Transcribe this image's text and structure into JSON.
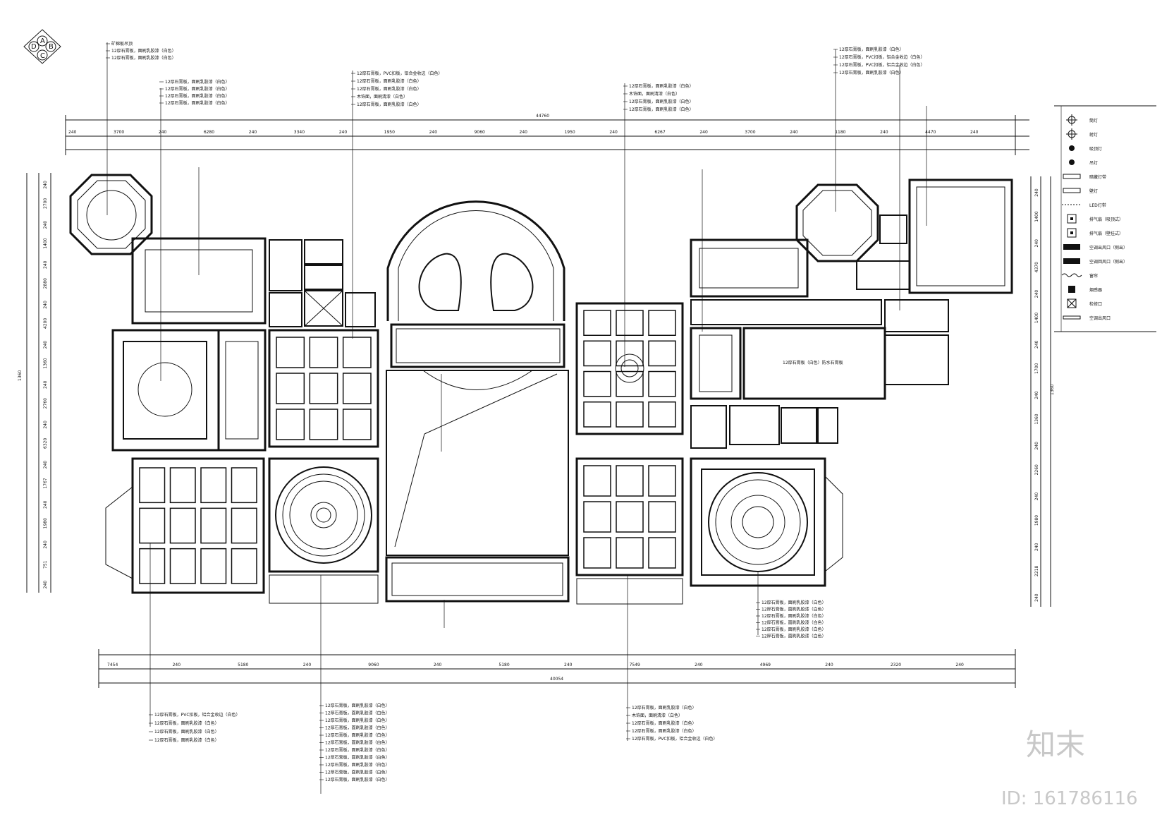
{
  "compass": {
    "north": "A",
    "east": "B",
    "south": "C",
    "west": "D"
  },
  "dims": {
    "top_total": "44760",
    "bottom_total": "40054",
    "top_row": [
      "240",
      "3700",
      "240",
      "6280",
      "240",
      "3340",
      "240",
      "1950",
      "240",
      "9060",
      "240",
      "1950",
      "240",
      "6267",
      "240",
      "3700",
      "240",
      "1180",
      "240",
      "4470",
      "240"
    ],
    "bottom_row": [
      "7454",
      "240",
      "5180",
      "240",
      "9060",
      "240",
      "5180",
      "240",
      "7549",
      "240",
      "4969",
      "240",
      "2320",
      "240"
    ],
    "left_side": [
      "240",
      "2700",
      "240",
      "1400",
      "240",
      "2880",
      "240",
      "4200",
      "240",
      "1360",
      "240",
      "2760",
      "240",
      "6320",
      "240",
      "1767",
      "240",
      "1980",
      "240",
      "751",
      "240"
    ],
    "right_side": [
      "240",
      "1400",
      "240",
      "4370",
      "240",
      "1400",
      "240",
      "1700",
      "240",
      "1360",
      "240",
      "2260",
      "240",
      "1980",
      "240",
      "2218",
      "240"
    ],
    "top_total_left": "1360",
    "right_total": "1360"
  },
  "callouts": {
    "top_left": [
      "矿棉板吊顶",
      "12厚石膏板，面刷乳胶漆（白色）",
      "12厚石膏板，面刷乳胶漆（白色）"
    ],
    "upper_left": [
      "12厚石膏板，面刷乳胶漆（白色）",
      "12厚石膏板，面刷乳胶漆（白色）",
      "12厚石膏板，面刷乳胶漆（白色）",
      "12厚石膏板，面刷乳胶漆（白色）"
    ],
    "top_center_left": [
      "12厚石膏板，PVC扣板，铝合金收边（白色）",
      "12厚石膏板，面刷乳胶漆（白色）",
      "12厚石膏板，面刷乳胶漆（白色）",
      "木饰面，面刷清漆（白色）",
      "12厚石膏板，面刷乳胶漆（白色）"
    ],
    "top_center_right": [
      "12厚石膏板，面刷乳胶漆（白色）",
      "木饰面，面刷清漆（白色）",
      "12厚石膏板，面刷乳胶漆（白色）",
      "12厚石膏板，面刷乳胶漆（白色）"
    ],
    "top_right": [
      "12厚石膏板，面刷乳胶漆（白色）",
      "12厚石膏板，PVC扣板，铝合金收边（白色）",
      "12厚石膏板，PVC扣板，铝合金收边（白色）",
      "12厚石膏板，面刷乳胶漆（白色）"
    ],
    "bottom_left": [
      "12厚石膏板，PVC扣板，铝合金收边（白色）",
      "12厚石膏板，面刷乳胶漆（白色）",
      "12厚石膏板，面刷乳胶漆（白色）",
      "12厚石膏板，面刷乳胶漆（白色）"
    ],
    "bottom_center_left": [
      "12厚石膏板，面刷乳胶漆（白色）",
      "12厚石膏板，面刷乳胶漆（白色）",
      "12厚石膏板，面刷乳胶漆（白色）",
      "12厚石膏板，面刷乳胶漆（白色）",
      "12厚石膏板，面刷乳胶漆（白色）",
      "12厚石膏板，面刷乳胶漆（白色）",
      "12厚石膏板，面刷乳胶漆（白色）",
      "12厚石膏板，面刷乳胶漆（白色）",
      "12厚石膏板，面刷乳胶漆（白色）",
      "12厚石膏板，面刷乳胶漆（白色）",
      "12厚石膏板，面刷乳胶漆（白色）"
    ],
    "bottom_center_right": [
      "12厚石膏板，面刷乳胶漆（白色）",
      "木饰面，面刷清漆（白色）",
      "12厚石膏板，面刷乳胶漆（白色）",
      "12厚石膏板，面刷乳胶漆（白色）",
      "12厚石膏板，PVC扣板，铝合金收边（白色）"
    ],
    "bottom_right": [
      "12厚石膏板，面刷乳胶漆（白色）",
      "12厚石膏板，面刷乳胶漆（白色）",
      "12厚石膏板，面刷乳胶漆（白色）",
      "12厚石膏板，面刷乳胶漆（白色）",
      "12厚石膏板，面刷乳胶漆（白色）",
      "12厚石膏板，面刷乳胶漆（白色）"
    ],
    "center_room": "12厚石膏板（白色）防水石膏板"
  },
  "legend": [
    {
      "icon": "downlight-icon",
      "label": "筒灯"
    },
    {
      "icon": "spotlight-icon",
      "label": "射灯"
    },
    {
      "icon": "ceiling-lamp-icon",
      "label": "吸顶灯"
    },
    {
      "icon": "pendant-lamp-icon",
      "label": "吊灯"
    },
    {
      "icon": "strip-light-icon",
      "label": "暗藏灯带"
    },
    {
      "icon": "wall-lamp-icon",
      "label": "壁灯"
    },
    {
      "icon": "led-strip-icon",
      "label": "LED灯带"
    },
    {
      "icon": "exhaust-fan-icon",
      "label": "排气扇（吸顶式）"
    },
    {
      "icon": "exhaust-fan-wall-icon",
      "label": "排气扇（壁挂式）"
    },
    {
      "icon": "ac-outlet-icon",
      "label": "空调出风口（侧出）"
    },
    {
      "icon": "ac-return-icon",
      "label": "空调回风口（侧出）"
    },
    {
      "icon": "curtain-icon",
      "label": "窗帘"
    },
    {
      "icon": "smoke-detector-icon",
      "label": "烟感器"
    },
    {
      "icon": "access-panel-icon",
      "label": "检修口"
    },
    {
      "icon": "air-vent-icon",
      "label": "空调出风口"
    }
  ],
  "watermark": {
    "brand": "知末",
    "id": "ID: 161786116"
  }
}
